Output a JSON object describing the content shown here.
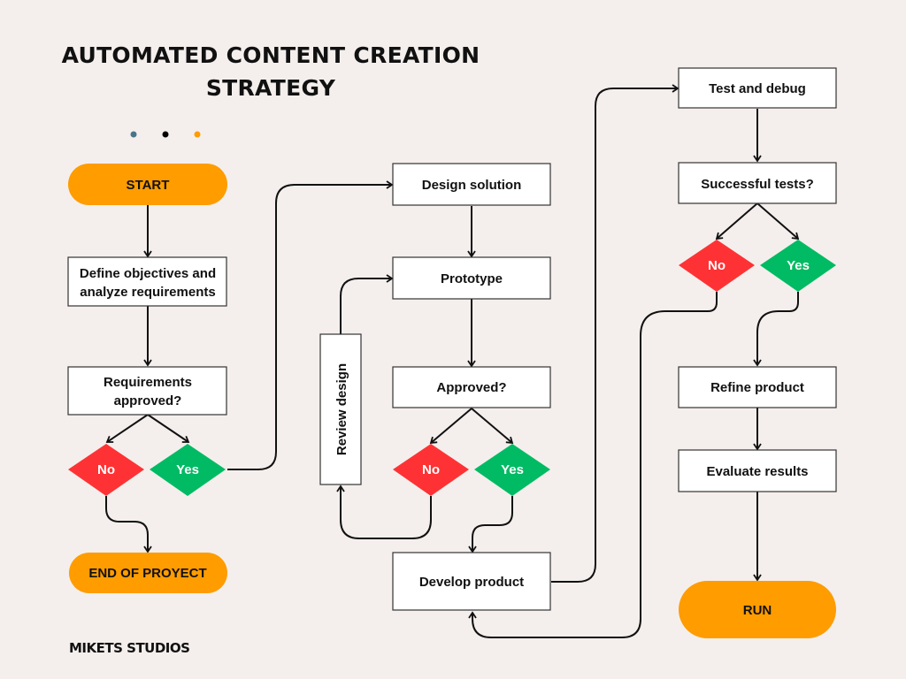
{
  "title": {
    "line1": "AUTOMATED CONTENT CREATION",
    "line2": "STRATEGY"
  },
  "brand": "MIKETS STUDIOS",
  "colors": {
    "background": "#f4efed",
    "terminal": "#fe9c00",
    "no": "#fe3234",
    "yes": "#00bb63",
    "dot1": "#4a7487",
    "dot2": "#000000",
    "dot3": "#fe9c00"
  },
  "nodes": {
    "start": "START",
    "define": {
      "line1": "Define objectives and",
      "line2": "analyze requirements"
    },
    "req_approved": {
      "line1": "Requirements",
      "line2": "approved?"
    },
    "no1": "No",
    "yes1": "Yes",
    "end": "END OF PROYECT",
    "design": "Design solution",
    "prototype": "Prototype",
    "review": "Review design",
    "approved": "Approved?",
    "no2": "No",
    "yes2": "Yes",
    "develop": "Develop product",
    "test": "Test and debug",
    "successful": "Successful tests?",
    "no3": "No",
    "yes3": "Yes",
    "refine": "Refine product",
    "evaluate": "Evaluate results",
    "run": "RUN"
  }
}
